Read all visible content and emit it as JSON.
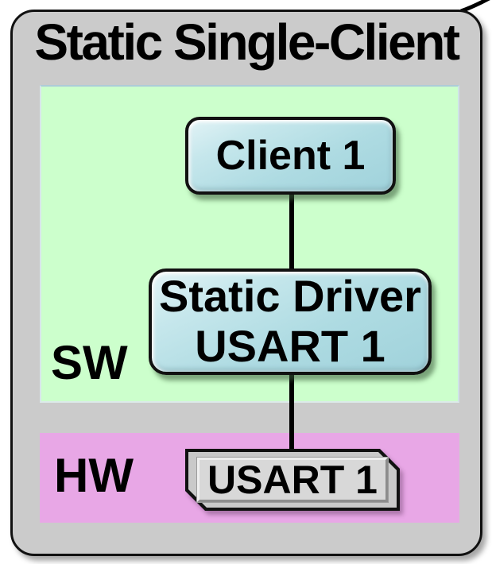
{
  "title": "Static Single-Client",
  "layers": {
    "sw": {
      "label": "SW"
    },
    "hw": {
      "label": "HW"
    }
  },
  "nodes": {
    "client": {
      "label": "Client 1"
    },
    "driver": {
      "line1": "Static Driver",
      "line2": "USART 1"
    },
    "usart_hw": {
      "label": "USART 1"
    }
  },
  "colors": {
    "frame_bg": "#cbcbcb",
    "frame_border": "#111111",
    "sw_bg": "#ccffcc",
    "hw_bg": "#e8a7e6",
    "node_fill": "#b2dde3",
    "node_border": "#111111",
    "chip_fill": "#c9c9c9",
    "chip_panel_fill": "#d8d8d8",
    "connector": "#000000",
    "text": "#000000"
  }
}
